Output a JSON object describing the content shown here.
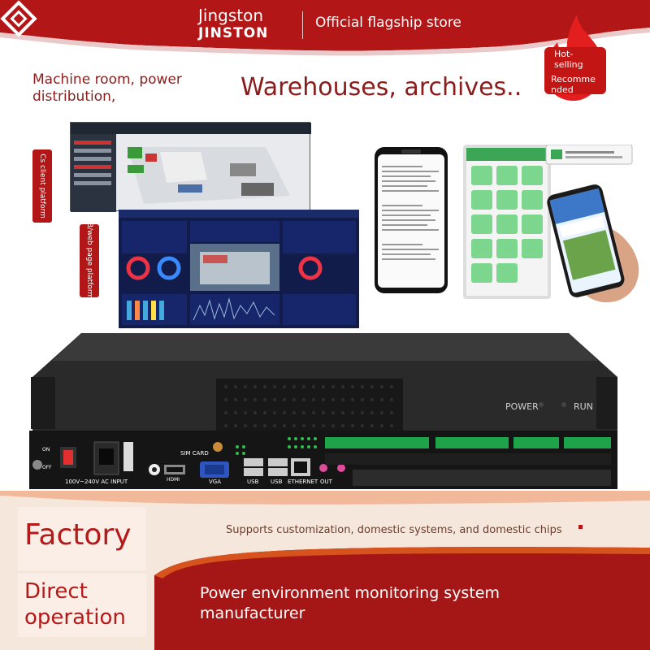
{
  "header": {
    "brand_line1": "Jingston",
    "brand_line2": "JINSTON",
    "store_label": "Official flagship store"
  },
  "badge": {
    "line1": "Hot-\nselling",
    "line2": "Recomme\nnded"
  },
  "captions": {
    "left": "Machine room, power distribution,",
    "right": "Warehouses, archives.."
  },
  "screens": {
    "cs_tag": "Cs client platform",
    "web_tag": "B/web page platform"
  },
  "device": {
    "power_label": "POWER",
    "run_label": "RUN",
    "ports": [
      "ON",
      "OFF",
      "100V~240V AC INPUT",
      "HDMI",
      "SIM CARD",
      "VGA",
      "USB",
      "USB",
      "ETHERNET",
      "OUT"
    ]
  },
  "bottom": {
    "factory": "Factory",
    "direct": "Direct operation",
    "support": "Supports customization, domestic systems, and domestic chips",
    "manufacturer": "Power environment monitoring system manufacturer"
  },
  "colors": {
    "brand_red": "#b31616",
    "dark_red": "#8a1c1c",
    "device_black": "#1a1a1a",
    "terminal_green": "#1ea34a"
  }
}
